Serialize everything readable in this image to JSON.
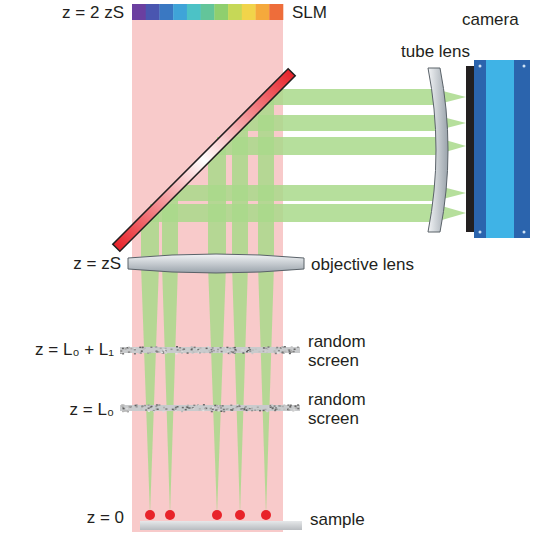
{
  "diagram": {
    "labels": [
      "z = 2 zS",
      "SLM",
      "tube lens",
      "camera",
      "z = zS",
      "objective lens",
      "z = L₀ + L₁",
      "random screen",
      "z = L₀",
      "random screen",
      "z = 0",
      "sample"
    ]
  }
}
